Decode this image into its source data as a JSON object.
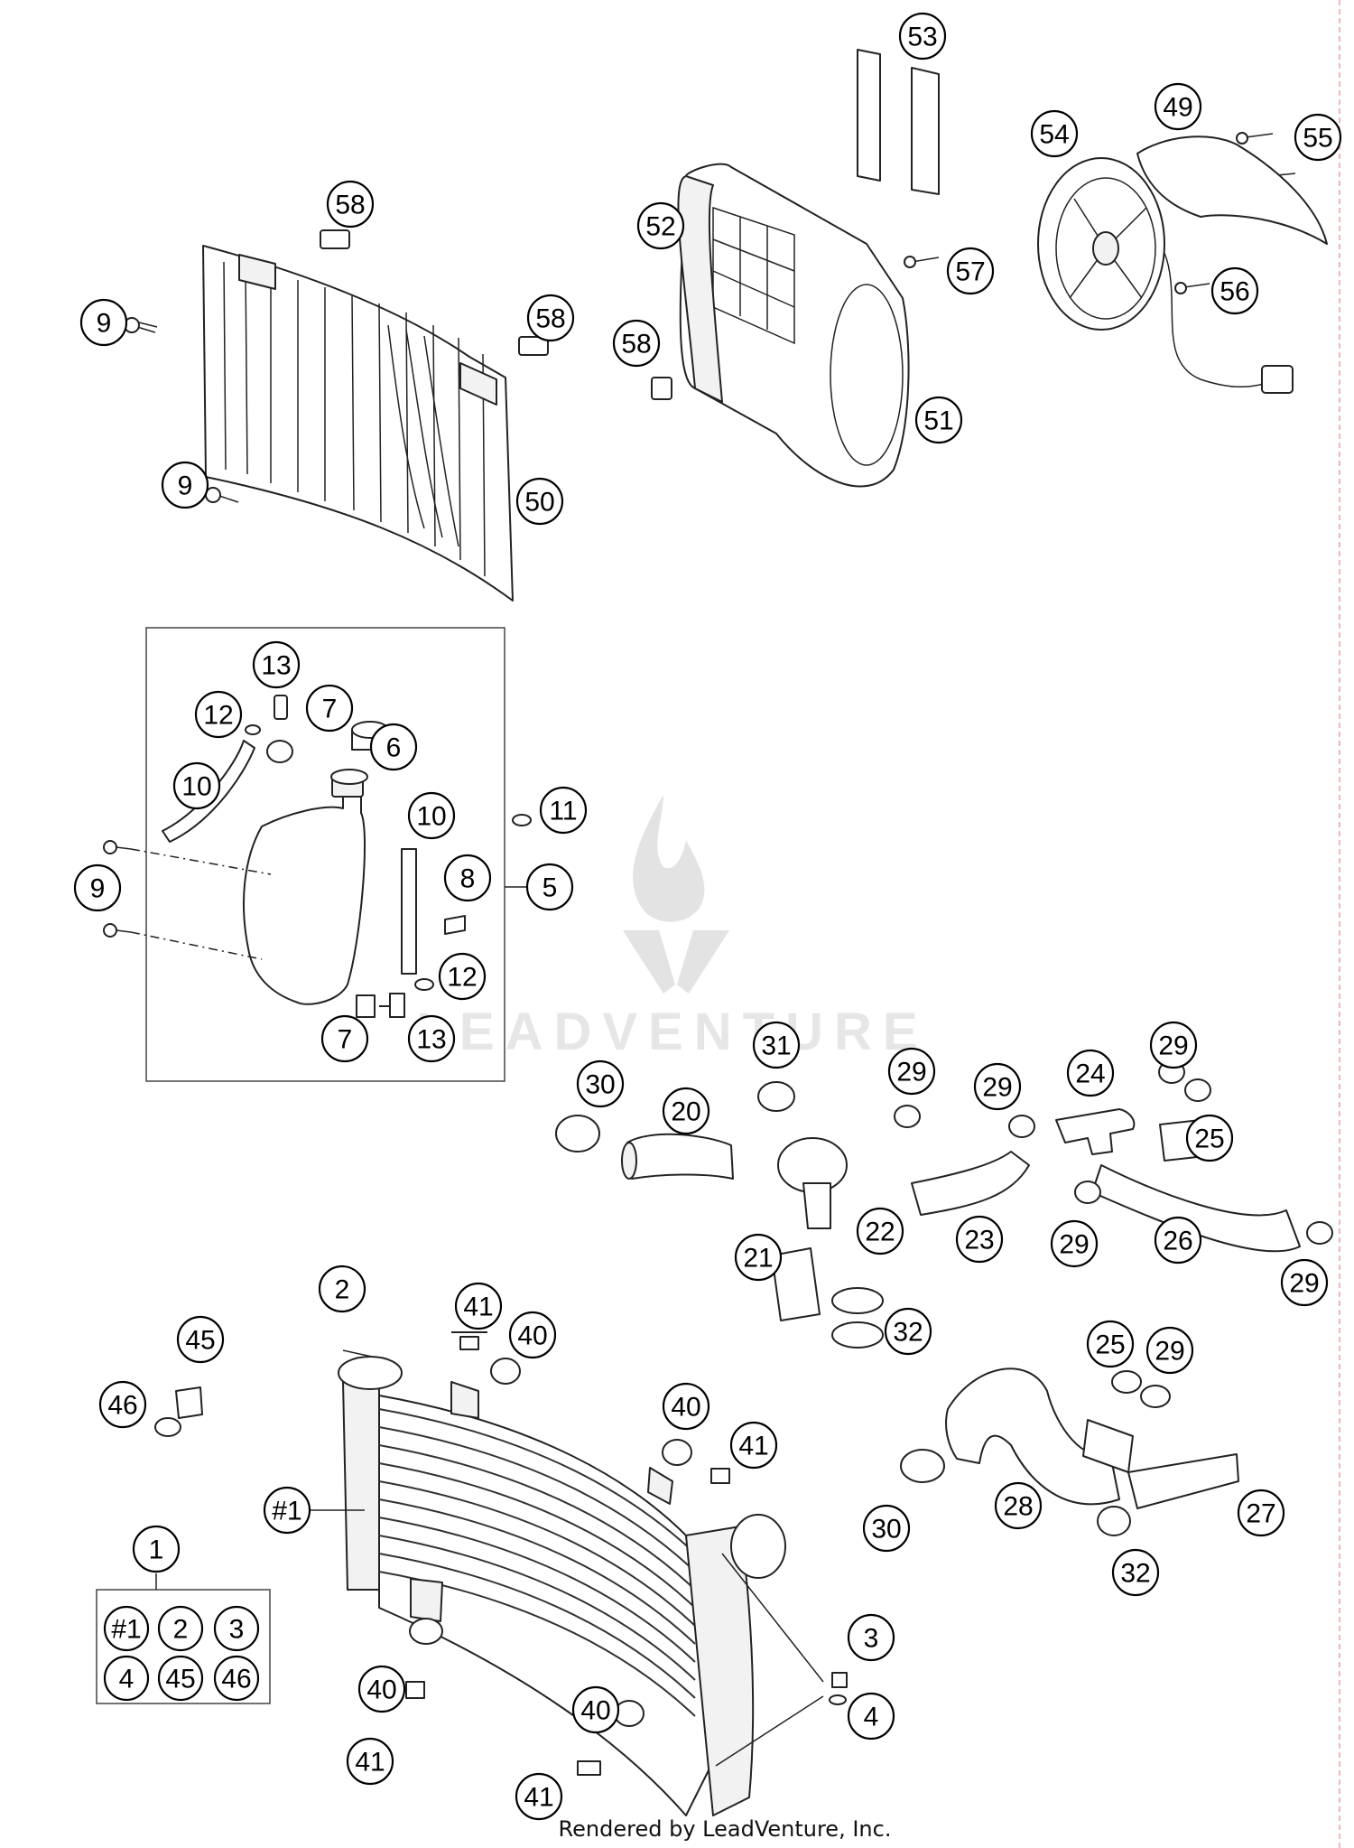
{
  "diagram": {
    "callouts": [
      "53",
      "49",
      "54",
      "55",
      "58",
      "52",
      "57",
      "56",
      "9",
      "58",
      "58",
      "51",
      "9",
      "50",
      "13",
      "12",
      "7",
      "6",
      "10",
      "10",
      "11",
      "9",
      "8",
      "5",
      "12",
      "7",
      "13",
      "30",
      "20",
      "31",
      "29",
      "29",
      "24",
      "29",
      "25",
      "22",
      "23",
      "29",
      "26",
      "21",
      "29",
      "32",
      "2",
      "41",
      "40",
      "45",
      "46",
      "40",
      "41",
      "#1",
      "25",
      "29",
      "28",
      "27",
      "30",
      "32",
      "1",
      "3",
      "4",
      "40",
      "41",
      "40",
      "41"
    ],
    "kit_legend": [
      "#1",
      "2",
      "3",
      "4",
      "45",
      "46"
    ],
    "watermark": "LEADVENTURE",
    "footer": "Rendered by LeadVenture, Inc."
  }
}
